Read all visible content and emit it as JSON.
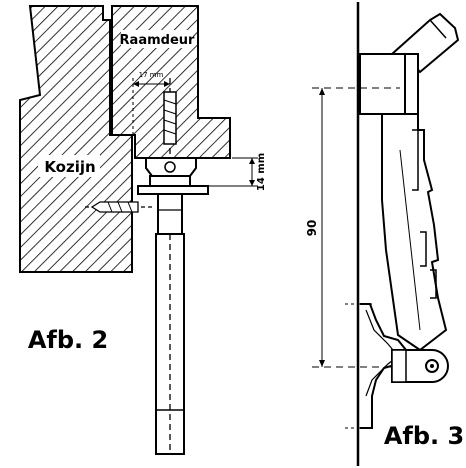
{
  "figure2": {
    "caption": "Afb. 2",
    "label_top": "Raamdeur",
    "label_left": "Kozijn",
    "dim_small": "17 mm",
    "dim_height": "14 mm"
  },
  "figure3": {
    "caption": "Afb. 3",
    "dim_vertical": "90"
  },
  "colors": {
    "ink": "#000000",
    "background": "#ffffff"
  }
}
